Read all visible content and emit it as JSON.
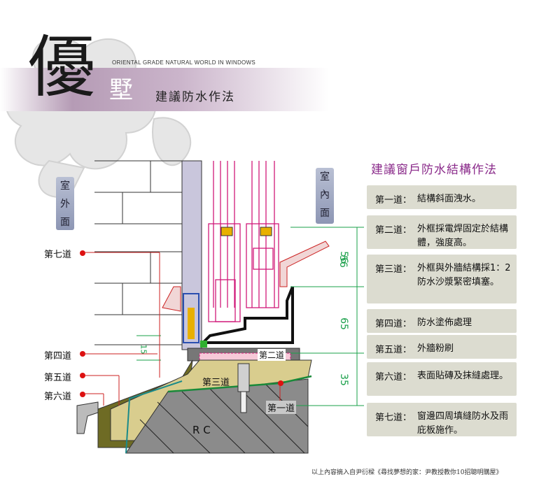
{
  "header": {
    "brand_char_big": "優",
    "brand_char_small": "墅",
    "tagline": "ORIENTAL GRADE NATURAL WORLD IN WINDOWS",
    "title": "建議防水作法"
  },
  "diagram": {
    "outside_label": "室\n外\n面",
    "inside_label": "室\n內\n面",
    "stage_labels": {
      "seventh": "第七道",
      "fourth": "第四道",
      "fifth": "第五道",
      "sixth": "第六道",
      "third": "第三道",
      "second": "第二道",
      "first": "第一道"
    },
    "rc_label": "R C",
    "dimensions": [
      "56",
      "65",
      "35",
      "15"
    ]
  },
  "panel": {
    "title": "建議窗戶防水結構作法",
    "steps": [
      {
        "label": "第一道：",
        "text": "結構斜面洩水。"
      },
      {
        "label": "第二道：",
        "text": "外框採電焊固定於結構體，強度高。"
      },
      {
        "label": "第三道：",
        "text": "外框與外牆結構採1：2防水沙漿緊密填塞。"
      },
      {
        "label": "第四道：",
        "text": "防水塗佈處理"
      },
      {
        "label": "第五道：",
        "text": "外牆粉刷"
      },
      {
        "label": "第六道：",
        "text": "表面貼磚及抹縫處理。"
      },
      {
        "label": "第七道：",
        "text": "窗邊四周填縫防水及雨庇板施作。"
      }
    ]
  },
  "footer": "以上內容摘入自尹衍樑《尋找夢想的家：尹教授教你10招聰明購屋》"
}
